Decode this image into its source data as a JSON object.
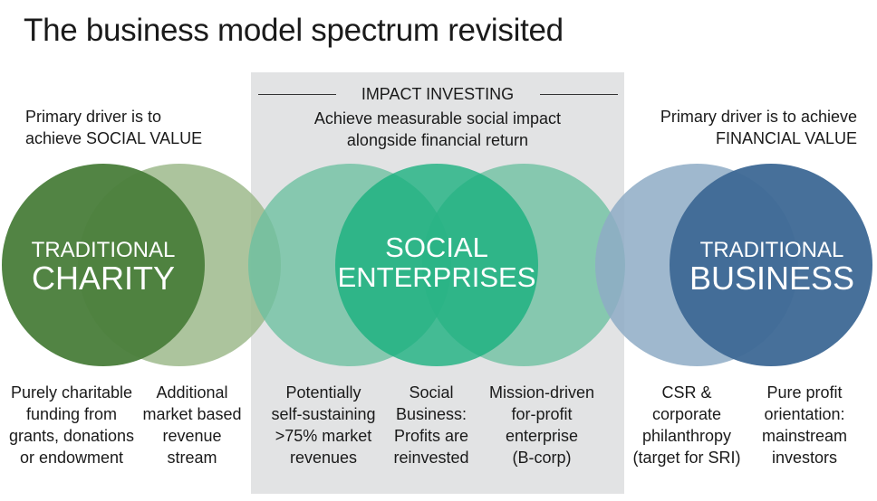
{
  "title": "The business model spectrum revisited",
  "impact": {
    "title": "IMPACT INVESTING",
    "subtitle_line1": "Achieve measurable social impact",
    "subtitle_line2": "alongside financial return"
  },
  "drivers": {
    "left_line1": "Primary driver is to",
    "left_line2": "achieve SOCIAL VALUE",
    "right_line1": "Primary driver is to achieve",
    "right_line2": "FINANCIAL VALUE"
  },
  "circles": {
    "charity": {
      "line1": "TRADITIONAL",
      "line2": "CHARITY"
    },
    "social": {
      "line1": "SOCIAL",
      "line2": "ENTERPRISES"
    },
    "business": {
      "line1": "TRADITIONAL",
      "line2": "BUSINESS"
    }
  },
  "columns": [
    {
      "lines": [
        "Purely charitable",
        "funding from",
        "grants, donations",
        "or endowment"
      ]
    },
    {
      "lines": [
        "Additional",
        "market based",
        "revenue",
        "stream"
      ]
    },
    {
      "lines": [
        "Potentially",
        "self-sustaining",
        ">75% market",
        "revenues"
      ]
    },
    {
      "lines": [
        "Social",
        "Business:",
        "Profits are",
        "reinvested"
      ]
    },
    {
      "lines": [
        "Mission-driven",
        "for-profit",
        "enterprise",
        "(B-corp)"
      ]
    },
    {
      "lines": [
        "CSR &",
        "corporate",
        "philanthropy",
        "(target for SRI)"
      ]
    },
    {
      "lines": [
        "Pure profit",
        "orientation:",
        "mainstream",
        "investors"
      ]
    }
  ],
  "colors": {
    "charity": "#4b7f3c",
    "charity_light": "#9dba8c",
    "social_light": "#6cc0a0",
    "social_core": "#17b07d",
    "business_light": "#8eabc6",
    "business": "#3f6a96",
    "impact_box": "#e2e3e4"
  }
}
